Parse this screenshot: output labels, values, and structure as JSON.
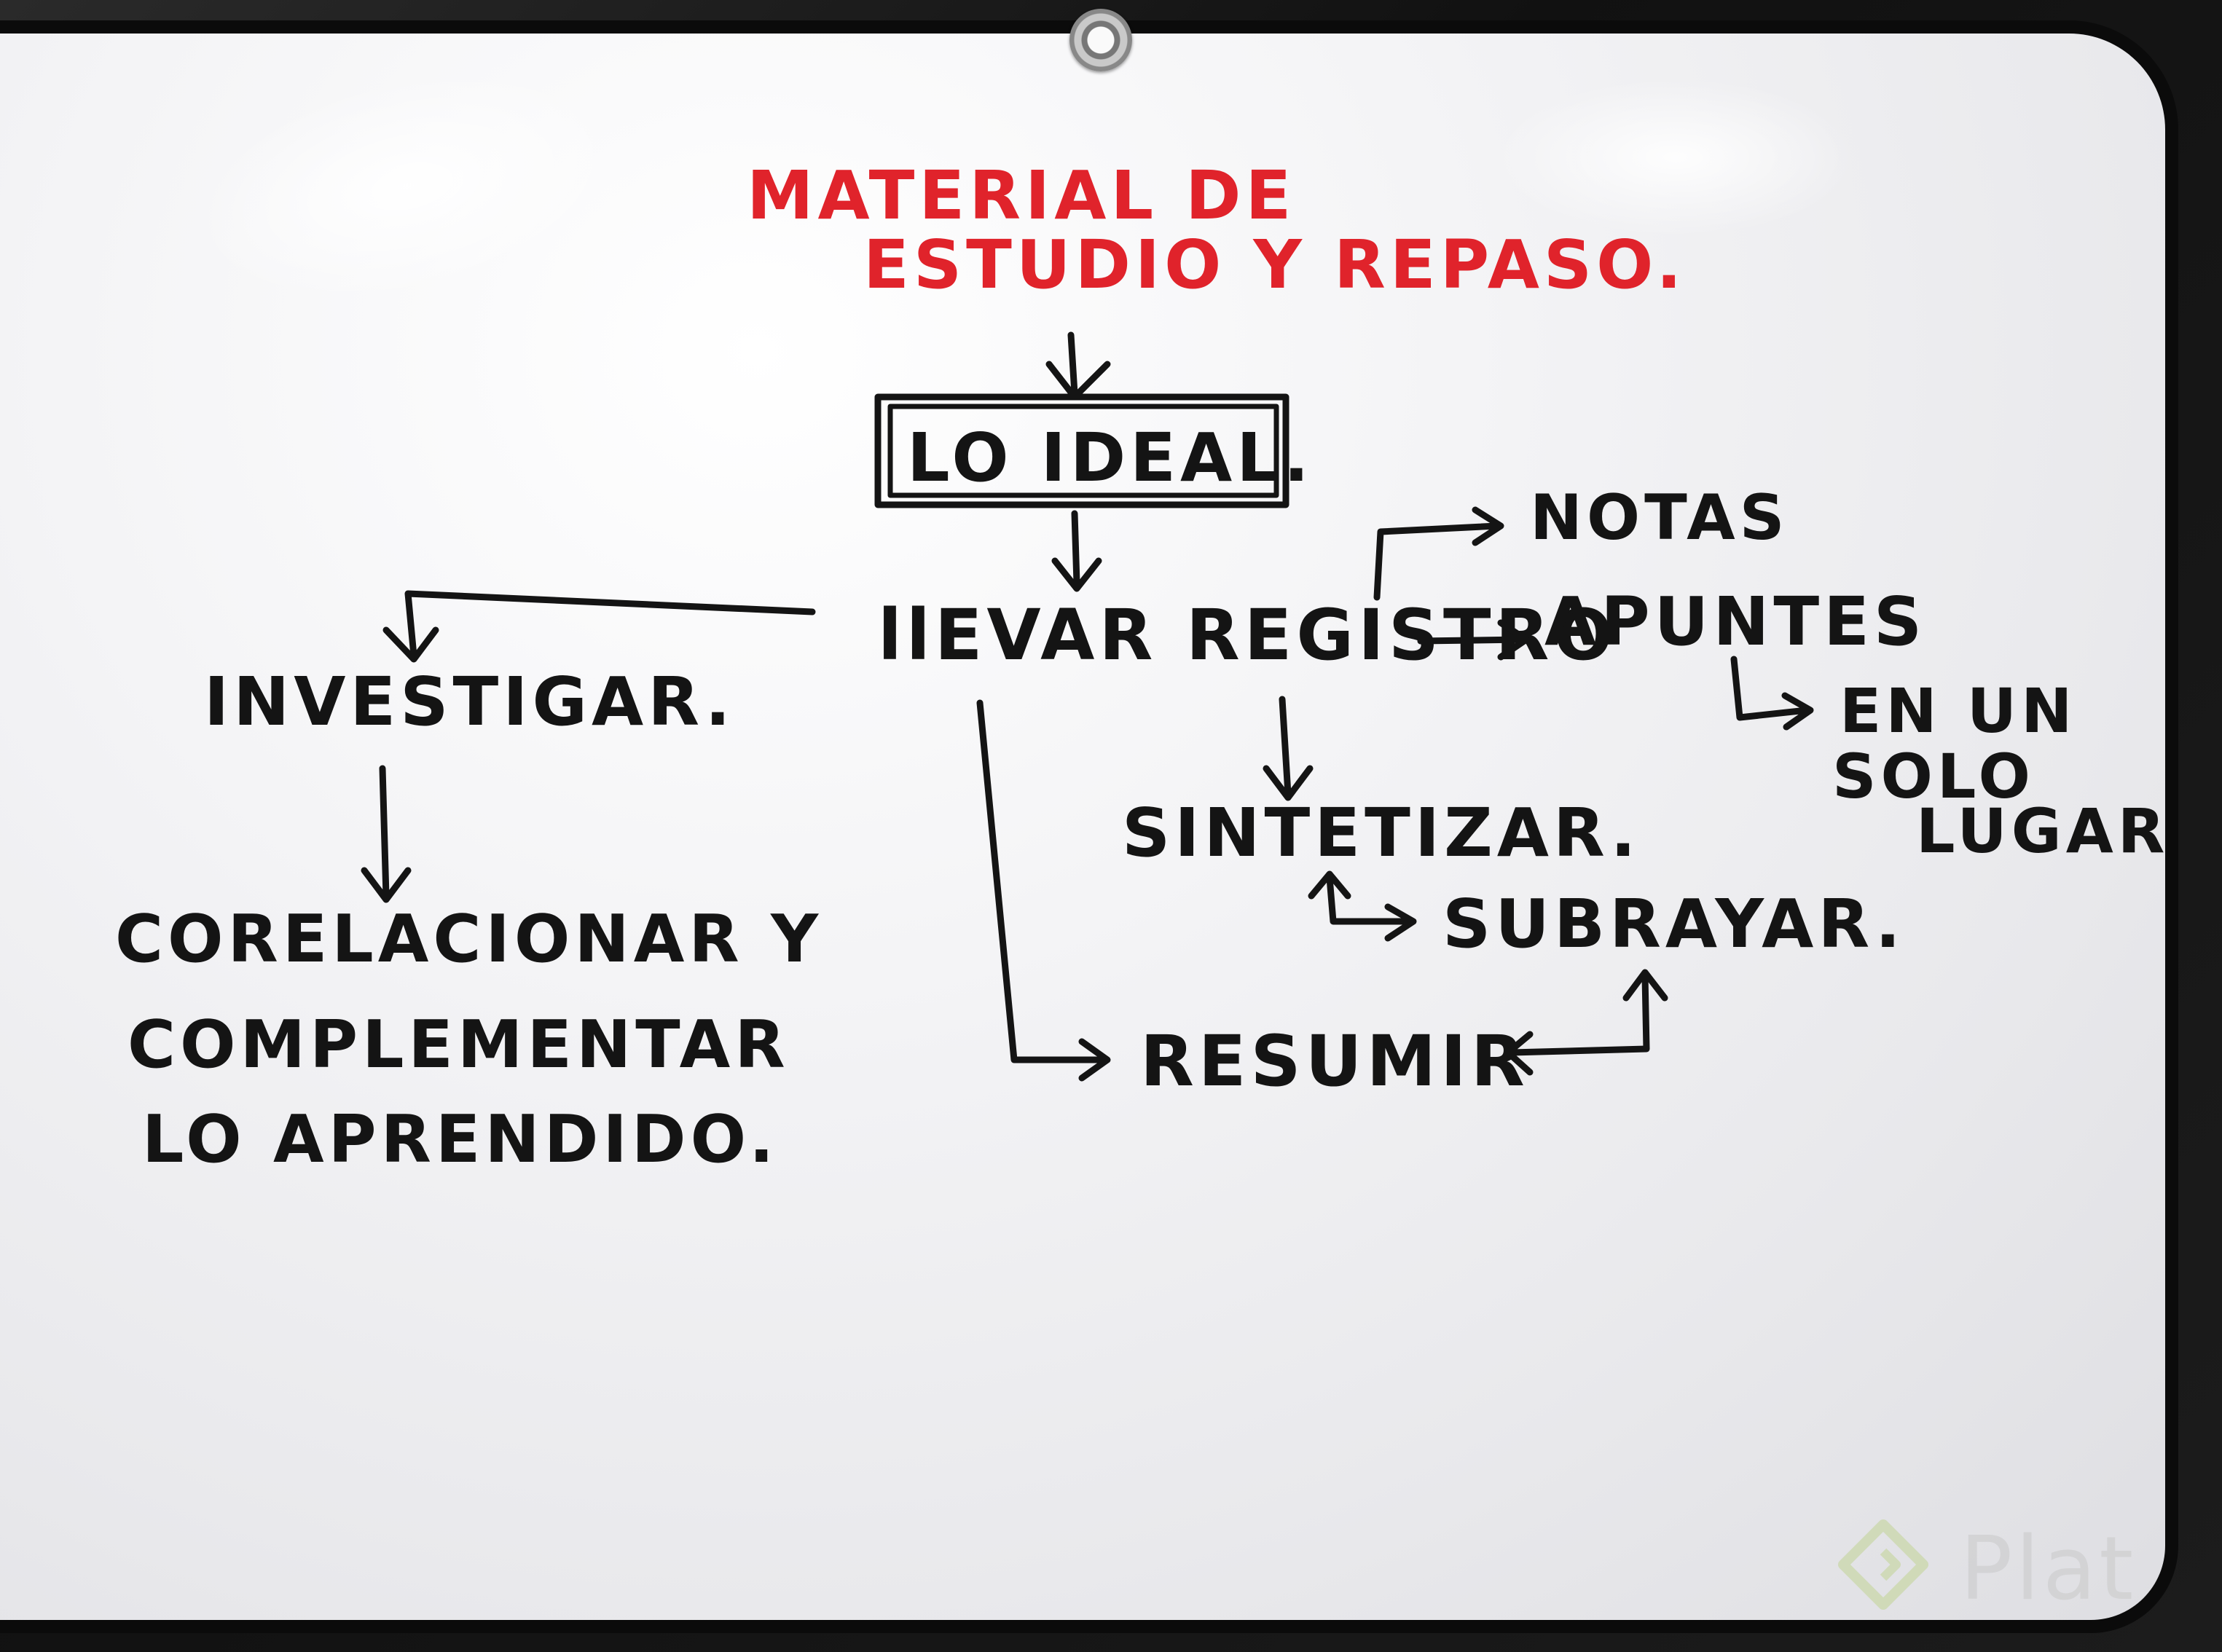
{
  "colors": {
    "ink": "#141414",
    "accent_red": "#e0232b",
    "board": "#f4f4f6",
    "frame": "#0b0b0b"
  },
  "title": {
    "line1": "MATERIAL DE",
    "line2": "ESTUDIO Y REPASO."
  },
  "nodes": {
    "lo_ideal": "LO IDEAL.",
    "llevar_registro": "llEVAR REGISTRO",
    "notas": "NOTAS",
    "apuntes": "APUNTES",
    "en_un": "EN UN",
    "solo": "SOLO",
    "lugar": "LUGAR",
    "investigar": "INVESTIGAR.",
    "sintetizar": "SINTETIZAR.",
    "subrayar": "SUBRAYAR.",
    "resumir": "RESUMIR",
    "corelacionar_1": "CORELACIONAR Y",
    "corelacionar_2": "COMPLEMENTAR",
    "corelacionar_3": "LO APRENDIDO."
  },
  "watermark": {
    "text": "Plat",
    "icon": "platzi-logo-icon"
  }
}
